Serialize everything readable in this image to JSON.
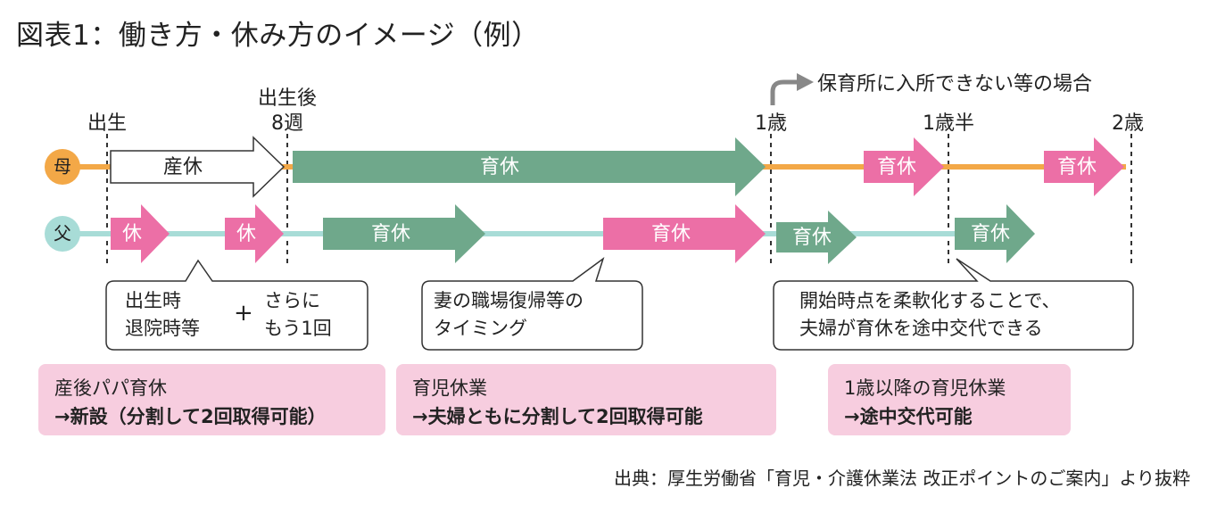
{
  "title": "図表1：働き方・休み方のイメージ（例）",
  "axis": {
    "birth": "出生",
    "after_birth_top": "出生後",
    "after_birth_bottom": "8週",
    "age_1": "1歳",
    "age_1_5": "1歳半",
    "age_2": "2歳"
  },
  "nursery_note": "保育所に入所できない等の場合",
  "rows": {
    "mother": "母",
    "father": "父"
  },
  "labels": {
    "maternity_leave": "産休",
    "childcare_leave": "育休",
    "leave": "休"
  },
  "callouts": {
    "left": {
      "line1": "出生時",
      "line2": "退院時等",
      "plus": "+",
      "line3": "さらに",
      "line4": "もう1回"
    },
    "middle": {
      "line1": "妻の職場復帰等の",
      "line2": "タイミング"
    },
    "right": {
      "line1": "開始時点を柔軟化することで、",
      "line2": "夫婦が育休を途中交代できる"
    }
  },
  "boxes": [
    {
      "line1": "産後パパ育休",
      "line2": "→新設（分割して2回取得可能）"
    },
    {
      "line1": "育児休業",
      "line2": "→夫婦ともに分割して2回取得可能"
    },
    {
      "line1": "1歳以降の育児休業",
      "line2": "→途中交代可能"
    }
  ],
  "source": "出典：厚生労働省「育児・介護休業法 改正ポイントのご案内」より抜粋",
  "colors": {
    "mother_line": "#f3a847",
    "father_line": "#a8dcd7",
    "green": "#6fa88b",
    "pink": "#ec6fa6",
    "pink_box": "#f7cddf",
    "gray_arrow": "#888888"
  }
}
